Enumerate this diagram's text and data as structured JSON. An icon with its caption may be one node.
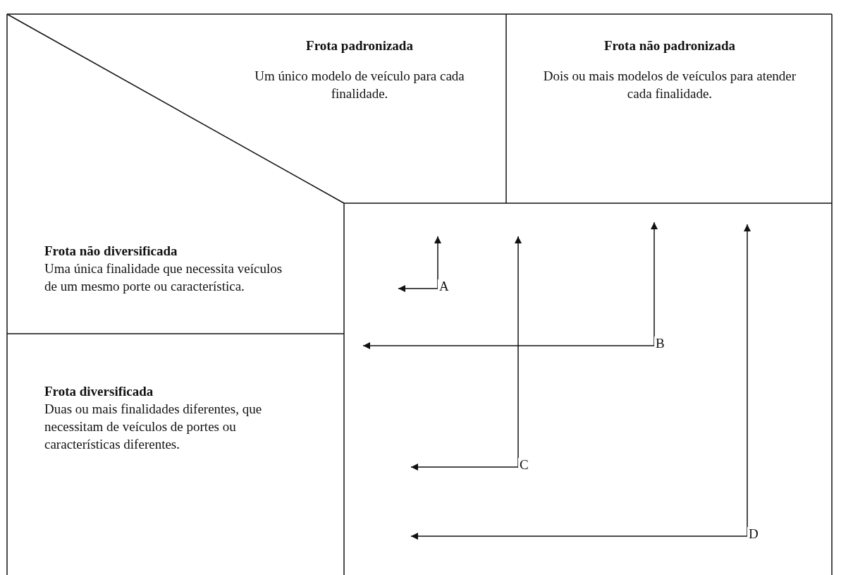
{
  "diagram": {
    "nodes": [
      {
        "text": [
          "Frota padronizada",
          "Um único modelo de veículo para cada finalidade."
        ]
      },
      {
        "text": [
          "Frota não padronizada",
          "Dois ou mais modelos de veículos para atender cada finalidade."
        ]
      },
      {
        "text": [
          "Frota não diversificada",
          "Uma única finalidade que necessita veículos de um mesmo porte ou característica."
        ]
      },
      {
        "text": [
          "Frota diversificada",
          "Duas ou mais finalidades diferentes, que necessitam de veículos de portes ou características diferentes."
        ]
      },
      {
        "text": [
          "A"
        ]
      },
      {
        "text": [
          "B"
        ]
      },
      {
        "text": [
          "C"
        ]
      },
      {
        "text": [
          "D"
        ]
      }
    ],
    "edges": [
      {
        "from": 4,
        "to": null,
        "arrow": "to"
      },
      {
        "from": 4,
        "to": null,
        "arrow": "to"
      },
      {
        "from": 5,
        "to": null,
        "arrow": "to"
      },
      {
        "from": 5,
        "to": null,
        "arrow": "to"
      },
      {
        "from": 6,
        "to": null,
        "arrow": "to"
      },
      {
        "from": 6,
        "to": null,
        "arrow": "to"
      },
      {
        "from": 7,
        "to": null,
        "arrow": "to"
      },
      {
        "from": 7,
        "to": null,
        "arrow": "to"
      }
    ]
  }
}
